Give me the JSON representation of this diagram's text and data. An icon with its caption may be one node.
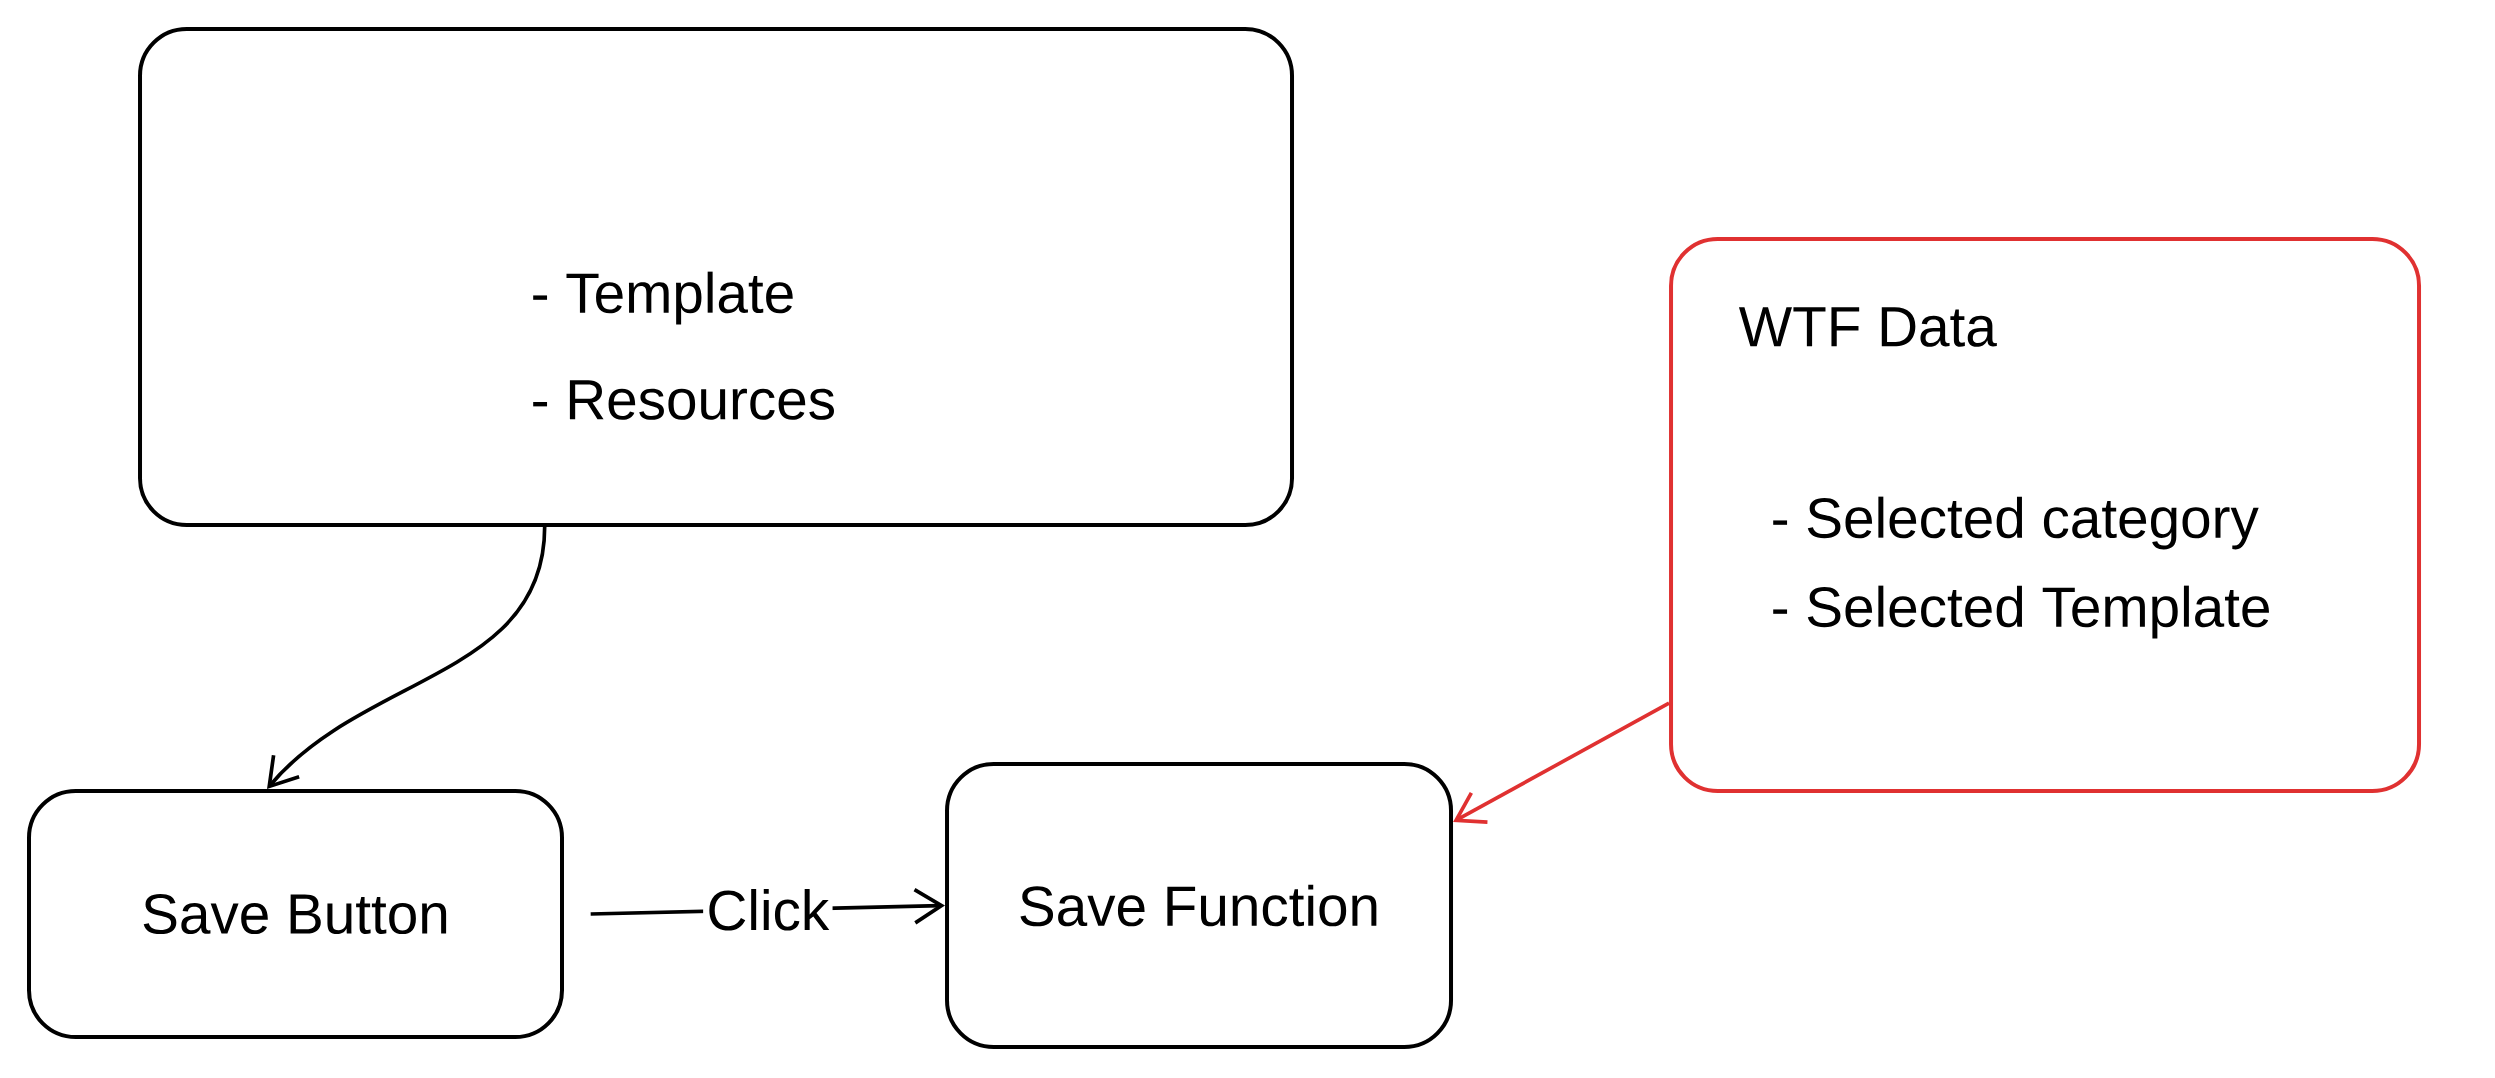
{
  "diagram": {
    "nodes": [
      {
        "text": [
          "- Template",
          "- Resources"
        ]
      },
      {
        "text": [
          "Save Button"
        ]
      },
      {
        "text": [
          "Save Function"
        ]
      },
      {
        "text": [
          "WTF Data",
          "- Selected category",
          "- Selected Template"
        ]
      }
    ],
    "edges": [
      {
        "from": 0,
        "to": 1,
        "arrow": "to"
      },
      {
        "from": 1,
        "to": 2,
        "arrow": "to",
        "label": "Click"
      },
      {
        "from": 3,
        "to": 2,
        "arrow": "to",
        "color": "#e03131"
      }
    ]
  }
}
